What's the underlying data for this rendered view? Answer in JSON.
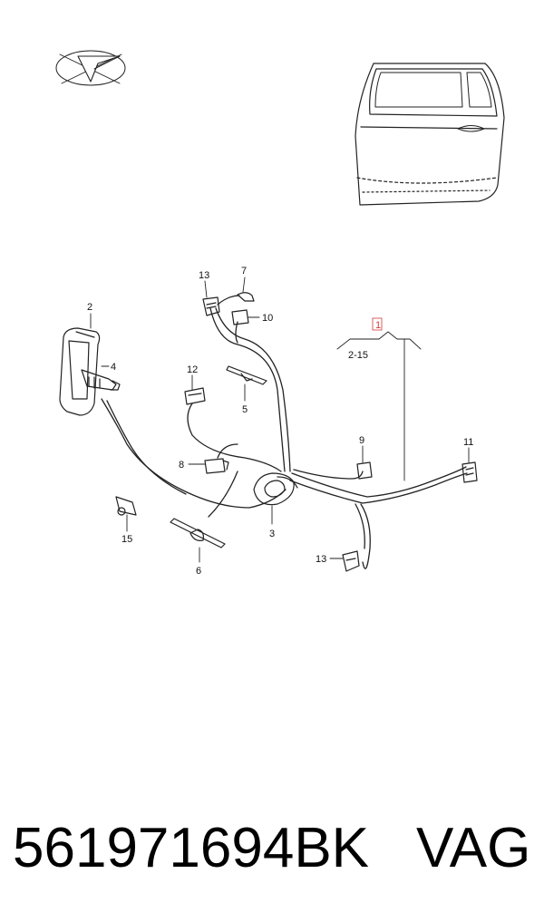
{
  "diagram": {
    "callouts": [
      {
        "id": "c1",
        "label": "1",
        "highlight": true
      },
      {
        "id": "c2",
        "label": "2"
      },
      {
        "id": "c3",
        "label": "3"
      },
      {
        "id": "c4",
        "label": "4"
      },
      {
        "id": "c5",
        "label": "5"
      },
      {
        "id": "c6",
        "label": "6"
      },
      {
        "id": "c7",
        "label": "7"
      },
      {
        "id": "c8",
        "label": "8"
      },
      {
        "id": "c9",
        "label": "9"
      },
      {
        "id": "c10",
        "label": "10"
      },
      {
        "id": "c11",
        "label": "11"
      },
      {
        "id": "c12",
        "label": "12"
      },
      {
        "id": "c13a",
        "label": "13"
      },
      {
        "id": "c13b",
        "label": "13"
      },
      {
        "id": "c15",
        "label": "15"
      }
    ],
    "range_label": "2-15",
    "highlight_color": "#d23a3a"
  },
  "caption": {
    "part_number": "561971694BK",
    "brand": "VAG"
  }
}
